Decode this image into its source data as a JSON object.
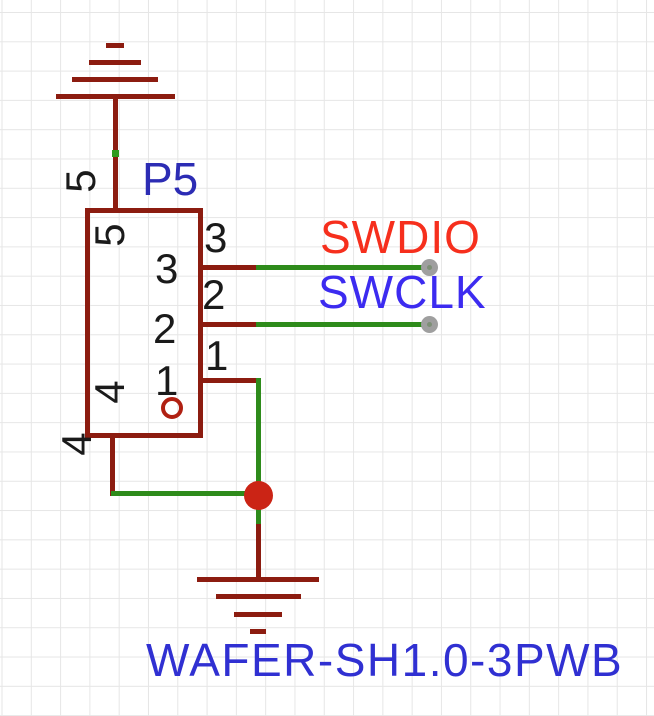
{
  "schematic": {
    "component": {
      "designator": "P5",
      "part": "WAFER-SH1.0-3PWB"
    },
    "pins": {
      "p1": "1",
      "p2": "2",
      "p3": "3",
      "p4": "4",
      "p5": "5"
    },
    "nets": {
      "swdio": "SWDIO",
      "swclk": "SWCLK"
    },
    "symbols": {
      "ground_top": "earth-ground",
      "ground_bottom": "earth-ground"
    },
    "colors": {
      "symbol_outline": "#8c1c10",
      "net_wire": "#2e8b1b",
      "junction_dot": "#cb2415",
      "pin1_ring": "#b02012",
      "net_label_swdio": "#f62f1d",
      "net_label_swclk": "#3c2bf0",
      "designator_text": "#2c2cb4",
      "part_text": "#3030d2",
      "pin_number_text": "#1a1a1a",
      "open_endpoint": "#9f9f9f",
      "grid_line": "#e6e6e6",
      "background": "#ffffff"
    }
  }
}
